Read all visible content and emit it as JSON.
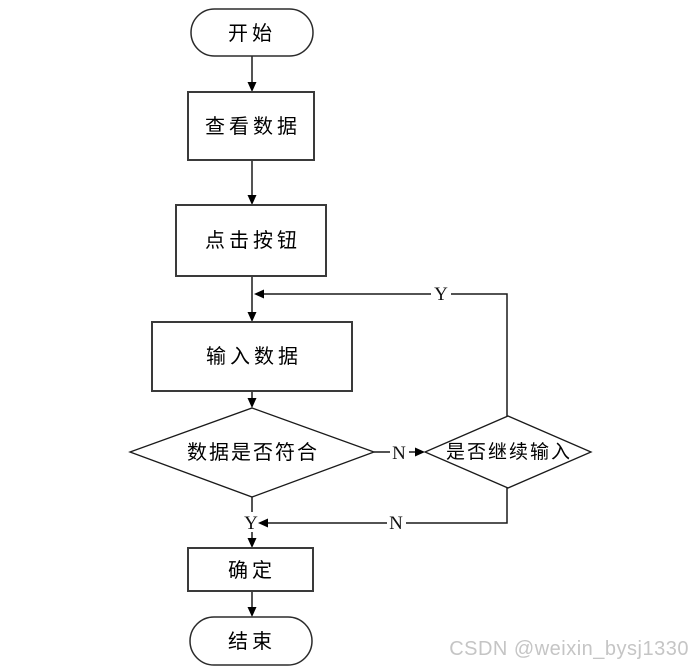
{
  "diagram": {
    "title": "user-input-flowchart",
    "nodes": {
      "start": {
        "label": "开始",
        "type": "terminator"
      },
      "view_data": {
        "label": "查看数据",
        "type": "process"
      },
      "click_button": {
        "label": "点击按钮",
        "type": "process"
      },
      "input_data": {
        "label": "输入数据",
        "type": "process"
      },
      "data_valid": {
        "label": "数据是否符合",
        "type": "decision"
      },
      "continue_input": {
        "label": "是否继续输入",
        "type": "decision"
      },
      "confirm": {
        "label": "确定",
        "type": "process"
      },
      "end": {
        "label": "结束",
        "type": "terminator"
      }
    },
    "edge_labels": {
      "continue_yes": "Y",
      "valid_no": "N",
      "valid_yes": "Y",
      "continue_no": "N"
    },
    "colors": {
      "line": "#1a1a1a",
      "shape_fill": "#ffffff",
      "text": "#000000",
      "watermark": "#c5c5c5",
      "background": "#ffffff"
    }
  },
  "watermark": {
    "text": "CSDN @weixin_bysj1330"
  }
}
